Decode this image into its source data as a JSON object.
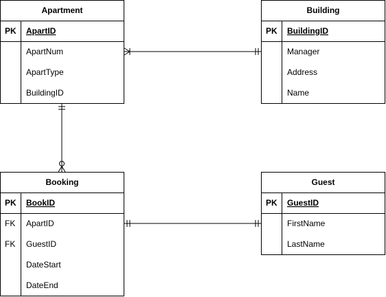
{
  "entities": {
    "apartment": {
      "title": "Apartment",
      "pk_key": "PK",
      "pk_attr": "ApartID",
      "attributes": [
        "ApartNum",
        "ApartType",
        "BuildingID"
      ]
    },
    "building": {
      "title": "Building",
      "pk_key": "PK",
      "pk_attr": "BuildingID",
      "attributes": [
        "Manager",
        "Address",
        "Name"
      ]
    },
    "booking": {
      "title": "Booking",
      "pk_key": "PK",
      "pk_attr": "BookID",
      "fk_keys": [
        "FK",
        "FK"
      ],
      "attributes": [
        "ApartID",
        "GuestID",
        "DateStart",
        "DateEnd"
      ]
    },
    "guest": {
      "title": "Guest",
      "pk_key": "PK",
      "pk_attr": "GuestID",
      "attributes": [
        "FirstName",
        "LastName"
      ]
    }
  },
  "relationships": [
    {
      "from": "apartment",
      "to": "building",
      "from_end": "one-or-many",
      "to_end": "one-and-only-one"
    },
    {
      "from": "apartment",
      "to": "booking",
      "from_end": "one-and-only-one",
      "to_end": "zero-or-many"
    },
    {
      "from": "booking",
      "to": "guest",
      "from_end": "one-and-only-one",
      "to_end": "one-and-only-one"
    }
  ],
  "colors": {
    "stroke": "#000000",
    "fill": "#ffffff"
  }
}
